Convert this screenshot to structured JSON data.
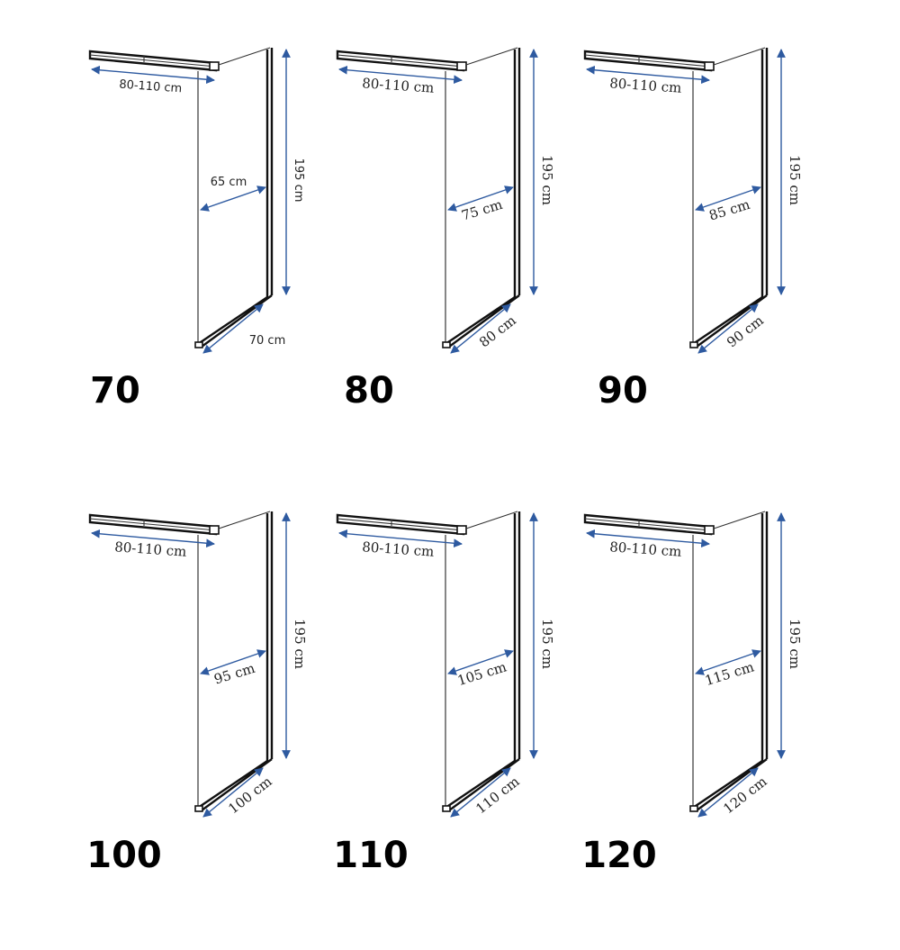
{
  "variants": [
    {
      "size": "70",
      "bar_range": "80-110 cm",
      "height": "195 cm",
      "panel_width": "65 cm",
      "base_width": "70 cm",
      "arrow": "#2e5aa0"
    },
    {
      "size": "80",
      "bar_range": "80-110 cm",
      "height": "195 cm",
      "panel_width": "75 cm",
      "base_width": "80 cm",
      "arrow": "#2e5aa0"
    },
    {
      "size": "90",
      "bar_range": "80-110 cm",
      "height": "195 cm",
      "panel_width": "85 cm",
      "base_width": "90 cm",
      "arrow": "#2e5aa0"
    },
    {
      "size": "100",
      "bar_range": "80-110 cm",
      "height": "195 cm",
      "panel_width": "95 cm",
      "base_width": "100 cm",
      "arrow": "#2e5aa0"
    },
    {
      "size": "110",
      "bar_range": "80-110 cm",
      "height": "195 cm",
      "panel_width": "105 cm",
      "base_width": "110 cm",
      "arrow": "#2e5aa0"
    },
    {
      "size": "120",
      "bar_range": "80-110 cm",
      "height": "195 cm",
      "panel_width": "115 cm",
      "base_width": "120 cm",
      "arrow": "#2e5aa0"
    }
  ]
}
